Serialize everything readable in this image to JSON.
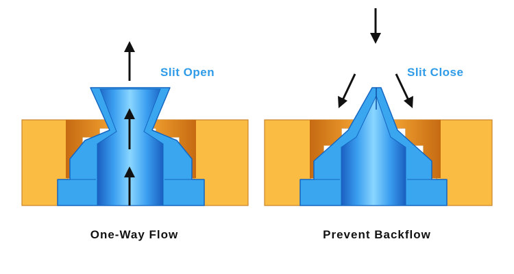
{
  "colors": {
    "housing": "#fbbc44",
    "housing_edge": "#c9852a",
    "valve_blue": "#3aa6f0",
    "valve_edge": "#1565c0",
    "label_blue": "#2f9be8",
    "arrow": "#111111"
  },
  "left_panel": {
    "state_label": "Slit Open",
    "caption": "One-Way Flow",
    "arrow_icons": [
      "up-arrow-icon",
      "up-arrow-icon",
      "up-arrow-icon"
    ]
  },
  "right_panel": {
    "state_label": "Slit Close",
    "caption": "Prevent Backflow",
    "arrow_icons": [
      "down-arrow-icon",
      "down-left-arrow-icon",
      "down-right-arrow-icon"
    ]
  }
}
